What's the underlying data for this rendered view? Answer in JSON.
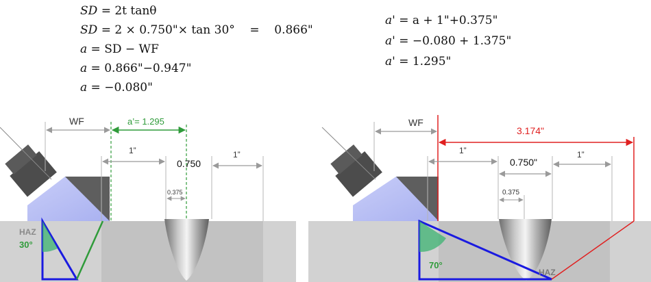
{
  "equations_left": [
    {
      "lhs": "SD",
      "rhs": "= 2t tanθ"
    },
    {
      "lhs": "SD",
      "rhs": "= 2 × 0.750\"× tan 30°    =    0.866\""
    },
    {
      "lhs": "a",
      "rhs": "= SD − WF"
    },
    {
      "lhs": "a",
      "rhs": "= 0.866\"−0.947\""
    },
    {
      "lhs": "a",
      "rhs": "= −0.080\""
    }
  ],
  "equations_right": [
    {
      "lhs": "a'",
      "rhs": "= a + 1\"+0.375\""
    },
    {
      "lhs": "a'",
      "rhs": "= −0.080 + 1.375\""
    },
    {
      "lhs": "a'",
      "rhs": "= 1.295\""
    }
  ],
  "left_diagram": {
    "wf_label": "WF",
    "a_prime_label": "a’= 1.295",
    "one_inch_label_1": "1”",
    "thickness_label": "0.750",
    "one_inch_label_2": "1”",
    "small_label": "0.375",
    "haz_label": "HAZ",
    "angle_label": "30°"
  },
  "right_diagram": {
    "wf_label": "WF",
    "distance_label": "3.174\"",
    "one_inch_label_1": "1”",
    "thickness_label": "0.750\"",
    "one_inch_label_2": "1”",
    "small_label": "0.375",
    "haz_label": "HAZ",
    "angle_label": "70°"
  },
  "colors": {
    "green": "#2f9b3a",
    "red": "#e02020",
    "blue": "#1a1ae0",
    "plate": "#d0d0d0",
    "gray_text": "#7a7a7a"
  }
}
